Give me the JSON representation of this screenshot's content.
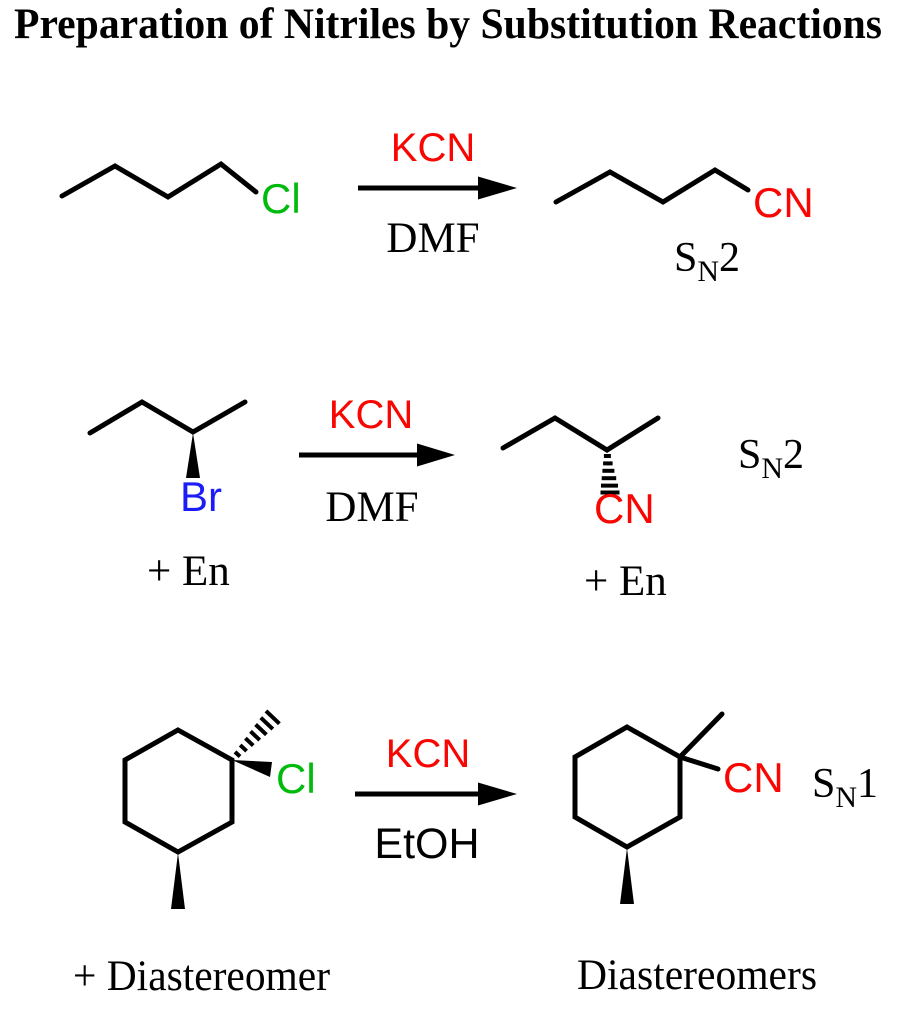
{
  "title": "Preparation of Nitriles by Substitution Reactions",
  "colors": {
    "bond": "#000000",
    "nitrile_red": "#f90502",
    "reagent_red": "#f90502",
    "chloride_green": "#00ba0c",
    "bromide_blue": "#1c1cf7"
  },
  "reactions": [
    {
      "reagent": "KCN",
      "solvent": "DMF",
      "reactant_halide": "Cl",
      "product_nitrile": "CN",
      "mechanism": {
        "base": "S",
        "sub": "N",
        "order": "2"
      }
    },
    {
      "reagent": "KCN",
      "solvent": "DMF",
      "reactant_halide": "Br",
      "product_nitrile": "CN",
      "mechanism": {
        "base": "S",
        "sub": "N",
        "order": "2"
      },
      "reactant_note": "+ En",
      "product_note": "+ En"
    },
    {
      "reagent": "KCN",
      "solvent": "EtOH",
      "reactant_halide": "Cl",
      "product_nitrile": "CN",
      "mechanism": {
        "base": "S",
        "sub": "N",
        "order": "1"
      },
      "reactant_note": "+ Diastereomer",
      "product_note": "Diastereomers"
    }
  ]
}
